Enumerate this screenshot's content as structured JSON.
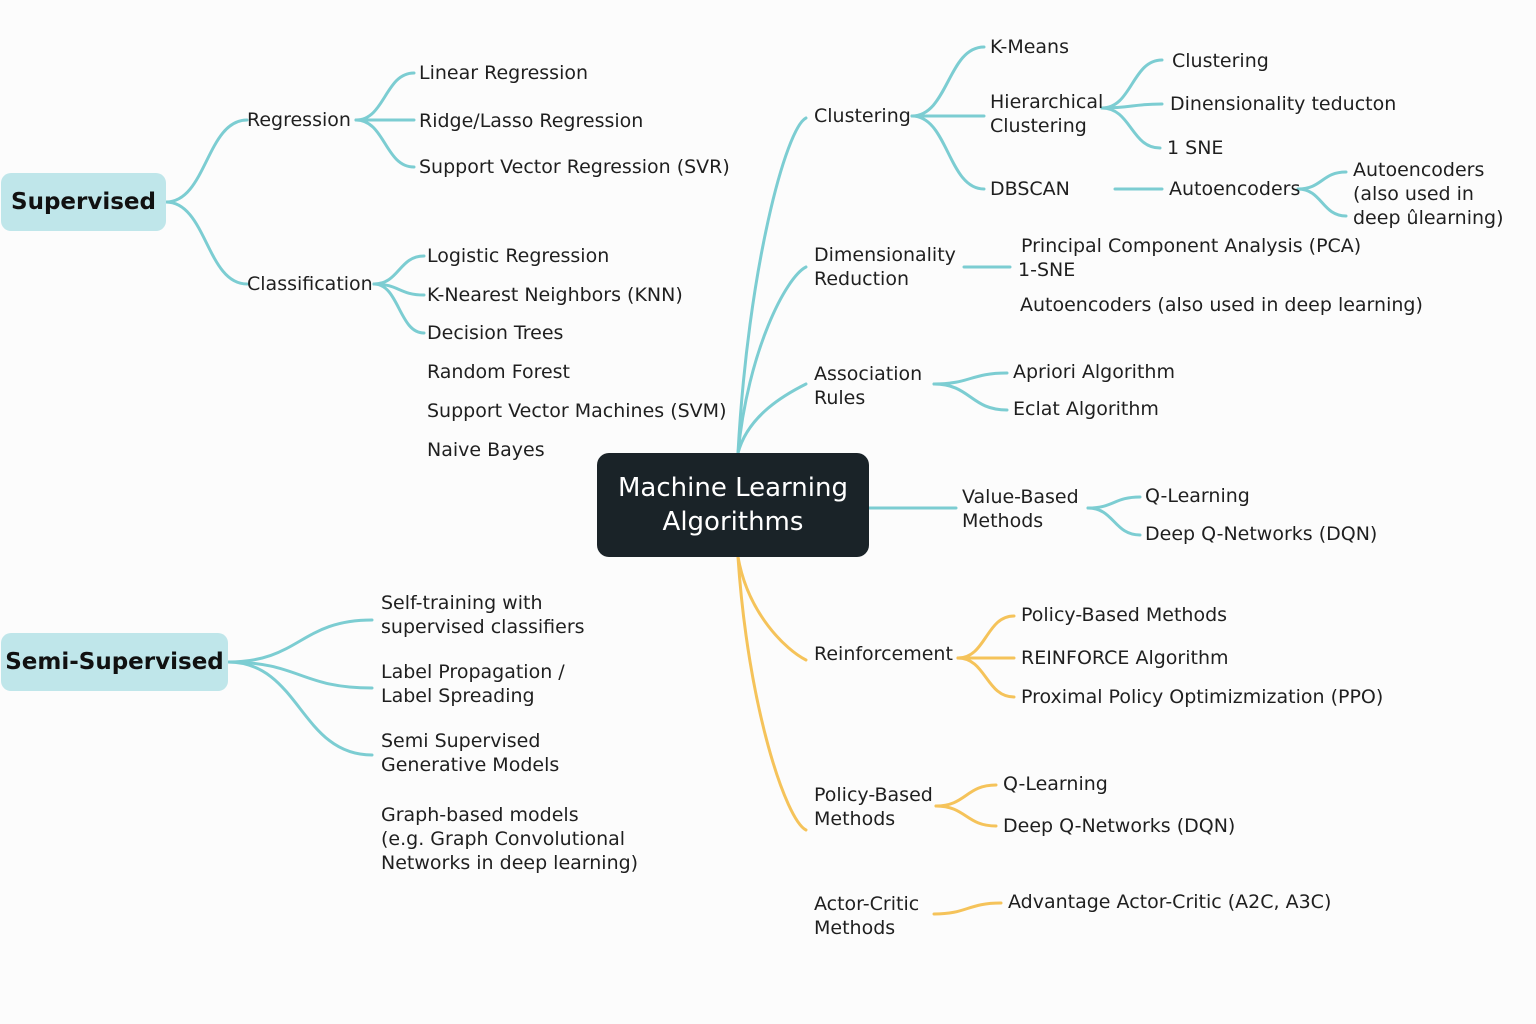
{
  "root": "Machine Learning\nAlgorithms",
  "categories": {
    "supervised": "Supervised",
    "semi_supervised": "Semi-Supervised"
  },
  "supervised": {
    "regression": {
      "label": "Regression",
      "items": [
        "Linear Regression",
        "Ridge/Lasso Regression",
        "Support Vector Regression (SVR)"
      ]
    },
    "classification": {
      "label": "Classification",
      "items": [
        "Logistic Regression",
        "K-Nearest Neighbors (KNN)",
        "Decision Trees",
        "Random Forest",
        "Support Vector Machines (SVM)",
        "Naive Bayes"
      ]
    }
  },
  "semi_supervised": {
    "items": [
      "Self-training with\nsupervised classifiers",
      "Label Propagation /\nLabel Spreading",
      "Semi Supervised\nGenerative Models",
      "Graph-based models\n(e.g. Graph Convolutional\nNetworks in deep learning)"
    ]
  },
  "unsupervised": {
    "clustering": {
      "label": "Clustering",
      "items": [
        "K-Means",
        "Hierarchical\nClustering",
        "DBSCAN"
      ],
      "hier_children": [
        "Clustering",
        "Dinensionality teducton",
        "1 SNE"
      ],
      "dbscan_child": "Autoencoders",
      "dbscan_grandchild": "Autoencoders\n(also used in\ndeep ûlearning)"
    },
    "dimensionality": {
      "label": "Dimensionality\nReduction",
      "items": [
        "Principal Component Analysis (PCA)",
        "1-SNE",
        "Autoencoders (also used in deep learning)"
      ]
    },
    "association": {
      "label": "Association\nRules",
      "items": [
        "Apriori Algorithm",
        "Eclat Algorithm"
      ]
    },
    "value_based": {
      "label": "Value-Based\nMethods",
      "items": [
        "Q-Learning",
        "Deep Q-Networks (DQN)"
      ]
    }
  },
  "reinforcement": {
    "label": "Reinforcement",
    "items": [
      "Policy-Based Methods",
      "REINFORCE Algorithm",
      "Proximal Policy Optimizmization (PPO)"
    ],
    "policy_based": {
      "label": "Policy-Based\nMethods",
      "items": [
        "Q-Learning",
        "Deep Q-Networks (DQN)"
      ]
    },
    "actor_critic": {
      "label": "Actor-Critic\nMethods",
      "items": [
        "Advantage Actor-Critic (A2C, A3C)"
      ]
    }
  },
  "colors": {
    "teal": "#7ccdd2",
    "orange": "#f5c35a",
    "root_bg": "#1a2328",
    "category_bg": "#bfe6ea"
  }
}
